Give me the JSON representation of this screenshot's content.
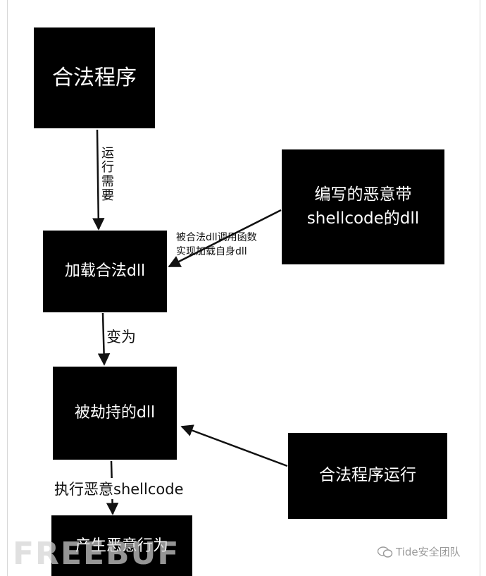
{
  "nodes": {
    "legit_program": "合法程序",
    "load_legit_dll": "加载合法dll",
    "malicious_dll_line1": "编写的恶意带",
    "malicious_dll_line2": "shellcode的dll",
    "hijacked_dll": "被劫持的dll",
    "legit_program_run": "合法程序运行",
    "malicious_behavior": "产生恶意行为"
  },
  "edges": {
    "run_need": "运行\n需要",
    "call_line1": "被合法dll调用函数",
    "call_line2": "实现加载自身dll",
    "becomes": "变为",
    "exec_shellcode": "执行恶意shellcode"
  },
  "watermark": {
    "brand": "FREEBUF",
    "account": "Tide安全团队"
  }
}
